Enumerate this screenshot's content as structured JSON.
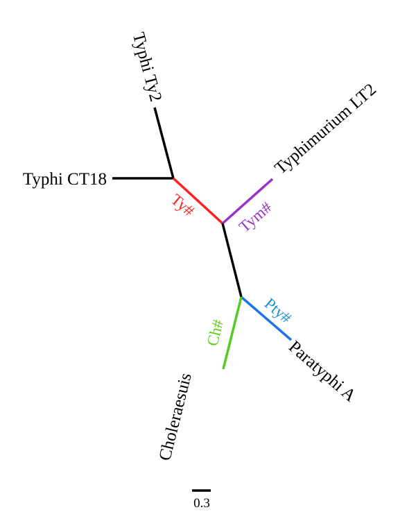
{
  "tree": {
    "leaves": [
      {
        "id": "typhi-ty2",
        "label": "Typhi Ty2"
      },
      {
        "id": "typhi-ct18",
        "label": "Typhi CT18"
      },
      {
        "id": "typhimurium-lt2",
        "label": "Typhimurium LT2"
      },
      {
        "id": "paratyphi-a",
        "label": "Paratyphi A"
      },
      {
        "id": "choleraesuis",
        "label": "Choleraesuis"
      }
    ],
    "branch_labels": [
      {
        "id": "ty",
        "label": "Ty#",
        "color": "#ff2020"
      },
      {
        "id": "tym",
        "label": "Tym#",
        "color": "#9b30c8"
      },
      {
        "id": "pty",
        "label": "Pty#",
        "color": "#1e90d6"
      },
      {
        "id": "ch",
        "label": "Ch#",
        "color": "#66cc22"
      }
    ],
    "colors": {
      "internal_branch": "#000000",
      "ty_branch": "#ff2020",
      "tym_branch": "#9b30c8",
      "pty_branch": "#1e73e8",
      "ch_branch": "#55cc22"
    },
    "scale_bar": {
      "label": "0.3",
      "value": 0.3
    }
  }
}
